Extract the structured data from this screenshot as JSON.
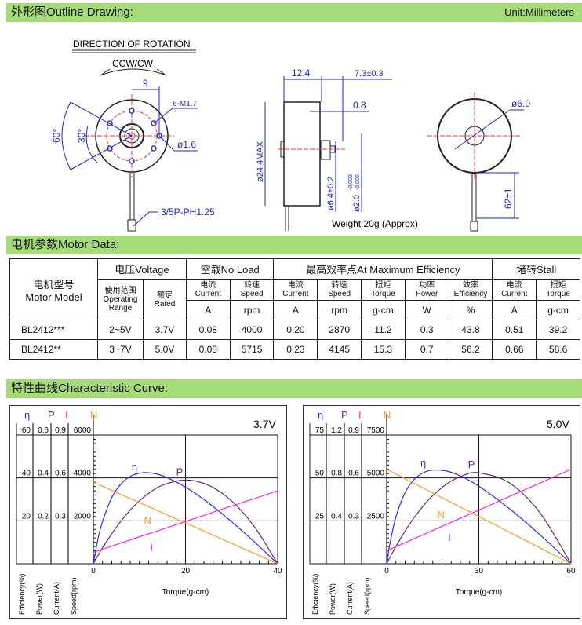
{
  "sections": {
    "outline": "外形图Outline Drawing:",
    "unit": "Unit:Millimeters",
    "motor_data": "电机参数Motor Data:",
    "curve": "特性曲线Characteristic Curve:"
  },
  "drawing": {
    "direction": "DIRECTION OF ROTATION",
    "ccw": "CCW/CW",
    "dim_9": "9",
    "holes": "6-M1.7",
    "angle_60": "60°",
    "angle_30": "30°",
    "hole_dia": "ø1.6",
    "connector": "3/5P-PH1.25",
    "len_12_4": "12.4",
    "shaft_len": "7.3±0.3",
    "dim_0_8": "0.8",
    "body_dia": "ø24.4MAX",
    "boss_dia": "ø6.4±0.2",
    "shaft_dia": "ø2.0",
    "shaft_tol_upper": "-0.003",
    "shaft_tol_lower": "-0.006",
    "weight": "Weight:20g (Approx)",
    "rear_dia": "ø6.0",
    "lead_len": "62±1"
  },
  "table": {
    "model_cn": "电机型号",
    "model_en": "Motor Model",
    "voltage": "电压Voltage",
    "noload": "空载No Load",
    "maxeff": "最高效率点At Maximum Efficiency",
    "stall": "堵转Stall",
    "range_cn": "使用范围",
    "range_en": "Operating Range",
    "rated_cn": "额定",
    "rated_en": "Rated",
    "sub": [
      [
        "电流",
        "Current",
        "A"
      ],
      [
        "转速",
        "Speed",
        "rpm"
      ],
      [
        "电流",
        "Current",
        "A"
      ],
      [
        "转速",
        "Speed",
        "rpm"
      ],
      [
        "扭矩",
        "Torque",
        "g-cm"
      ],
      [
        "功率",
        "Power",
        "W"
      ],
      [
        "效率",
        "Efficiency",
        "%"
      ],
      [
        "电流",
        "Current",
        "A"
      ],
      [
        "扭矩",
        "Torque",
        "g-cm"
      ]
    ],
    "rows": [
      [
        "BL2412***",
        "2~5V",
        "3.7V",
        "0.08",
        "4000",
        "0.20",
        "2870",
        "11.2",
        "0.3",
        "43.8",
        "0.51",
        "39.2"
      ],
      [
        "BL2412**",
        "3~7V",
        "5.0V",
        "0.08",
        "5715",
        "0.23",
        "4145",
        "15.3",
        "0.7",
        "56.2",
        "0.66",
        "58.6"
      ]
    ]
  },
  "colors": {
    "eta": "#2a2aff",
    "P": "#6a2a6a",
    "I": "#ff22dd",
    "N": "#ff9a22",
    "header": "#a5dc78"
  },
  "chart_data": [
    {
      "type": "line",
      "title": "3.7V",
      "xlabel": "Torque(g-cm)",
      "xlim": [
        0,
        40
      ],
      "xticks": [
        "0",
        "20",
        "40"
      ],
      "axis_symbols": [
        "η",
        "P",
        "I",
        "N"
      ],
      "axis_labels": [
        "Efficiency(%)",
        "Power(W)",
        "Current(A)",
        "Speed(rpm)"
      ],
      "axis_max": [
        60,
        0.6,
        0.9,
        6000
      ],
      "axis_ticks": [
        [
          "60",
          "40",
          "20"
        ],
        [
          "0.6",
          "0.4",
          "0.2"
        ],
        [
          "0.9",
          "0.6",
          "0.3"
        ],
        [
          "6000",
          "4000",
          "2000"
        ]
      ],
      "x": [
        0,
        1,
        2,
        4,
        6,
        8,
        10,
        12,
        15,
        20,
        25,
        30,
        35,
        40
      ],
      "series": [
        {
          "name": "η",
          "axis": 0,
          "values": [
            0,
            11.5,
            19.7,
            30.8,
            37.2,
            40.7,
            42.2,
            42.4,
            41.0,
            35.7,
            28.3,
            19.6,
            10.1,
            0
          ]
        },
        {
          "name": "P",
          "axis": 1,
          "values": [
            0,
            0.038,
            0.074,
            0.14,
            0.199,
            0.25,
            0.293,
            0.328,
            0.366,
            0.39,
            0.366,
            0.293,
            0.171,
            0
          ]
        },
        {
          "name": "I",
          "axis": 2,
          "values": [
            0.08,
            0.091,
            0.102,
            0.123,
            0.145,
            0.166,
            0.188,
            0.209,
            0.241,
            0.295,
            0.349,
            0.403,
            0.456,
            0.51
          ]
        },
        {
          "name": "N",
          "axis": 3,
          "values": [
            3800,
            3705,
            3610,
            3420,
            3230,
            3040,
            2850,
            2660,
            2375,
            1900,
            1425,
            950,
            475,
            0
          ]
        }
      ],
      "series_label_at": [
        9,
        19,
        13,
        12
      ]
    },
    {
      "type": "line",
      "title": "5.0V",
      "xlabel": "Torque(g-cm)",
      "xlim": [
        0,
        60
      ],
      "xticks": [
        "0",
        "30",
        "60"
      ],
      "axis_symbols": [
        "η",
        "P",
        "I",
        "N"
      ],
      "axis_labels": [
        "Efficiency(%)",
        "Power(W)",
        "Current(A)",
        "Speed(rpm)"
      ],
      "axis_max": [
        75,
        1.2,
        0.9,
        7500
      ],
      "axis_ticks": [
        [
          "75",
          "50",
          "25"
        ],
        [
          "1.2",
          "0.8",
          "0.4"
        ],
        [
          "0.9",
          "0.6",
          "0.3"
        ],
        [
          "7500",
          "5000",
          "2500"
        ]
      ],
      "x": [
        0,
        1,
        3,
        6,
        9,
        12,
        15,
        20,
        25,
        30,
        40,
        50,
        60
      ],
      "series": [
        {
          "name": "η",
          "axis": 0,
          "values": [
            0,
            11.2,
            27.2,
            41.5,
            49.2,
            53.1,
            54.6,
            53.8,
            50.3,
            45.2,
            32.0,
            16.7,
            0
          ]
        },
        {
          "name": "P",
          "axis": 1,
          "values": [
            0,
            0.056,
            0.161,
            0.305,
            0.432,
            0.542,
            0.635,
            0.753,
            0.824,
            0.847,
            0.753,
            0.471,
            0
          ]
        },
        {
          "name": "I",
          "axis": 2,
          "values": [
            0.09,
            0.1,
            0.119,
            0.147,
            0.176,
            0.204,
            0.233,
            0.28,
            0.328,
            0.375,
            0.47,
            0.565,
            0.66
          ]
        },
        {
          "name": "N",
          "axis": 3,
          "values": [
            5500,
            5408,
            5225,
            4950,
            4675,
            4400,
            4125,
            3667,
            3208,
            2750,
            1833,
            917,
            0
          ]
        }
      ],
      "series_label_at": [
        12,
        28,
        21,
        18
      ]
    }
  ]
}
